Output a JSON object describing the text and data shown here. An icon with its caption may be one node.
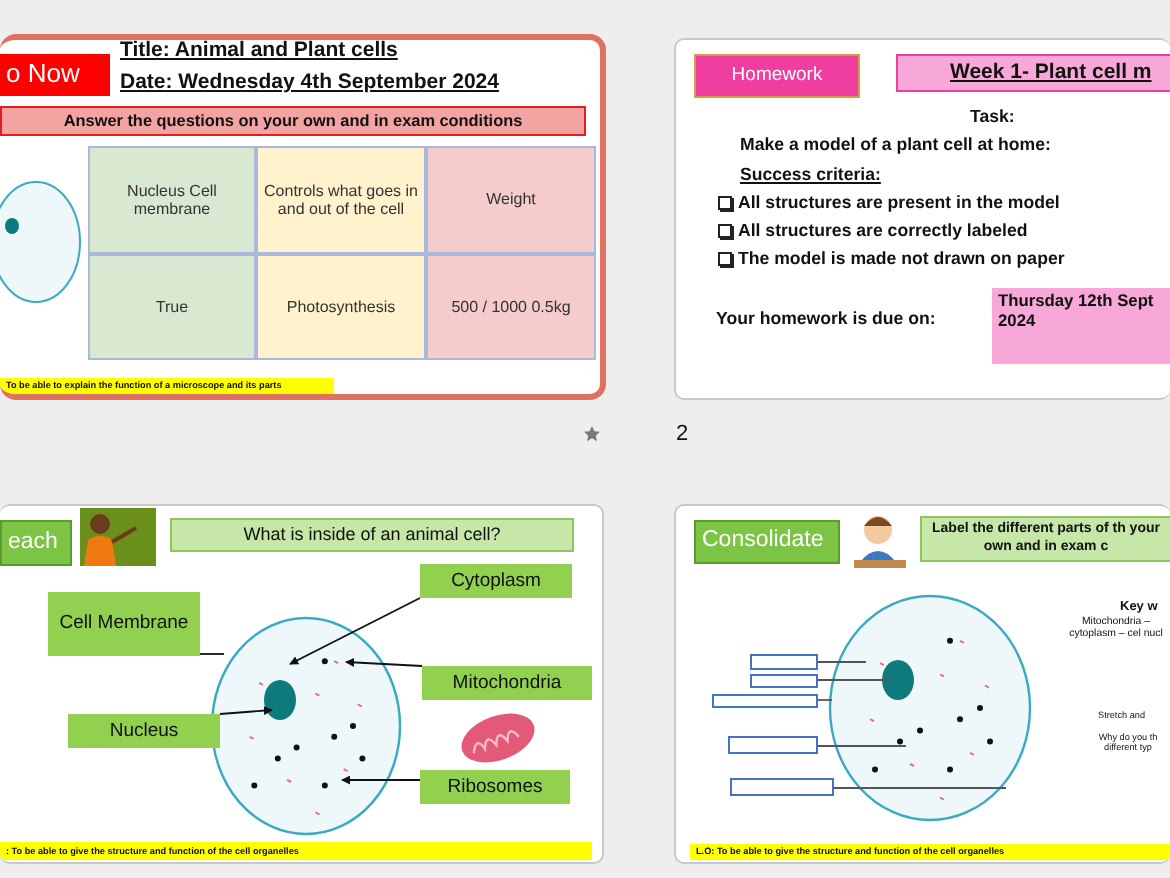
{
  "diagram": {
    "nodes": [
      {
        "text": [],
        "shape": "box"
      },
      {
        "text": [
          "o Now"
        ],
        "in": 0
      },
      {
        "text": [
          "Answer the questions on your own and in exam conditions"
        ],
        "in": 0
      },
      {
        "text": [
          "Nucleus Cell membrane"
        ],
        "in": 0
      },
      {
        "text": [
          "Controls what goes in and out of the cell"
        ],
        "in": 0
      },
      {
        "text": [
          "Weight"
        ],
        "in": 0
      },
      {
        "text": [
          "True"
        ],
        "in": 0
      },
      {
        "text": [
          "Photosynthesis"
        ],
        "in": 0
      },
      {
        "text": [
          "500 / 1000 0.5kg"
        ],
        "in": 0
      },
      {
        "text": [
          "To be able to explain the function of a microscope and its parts"
        ],
        "in": 0
      },
      {
        "text": [],
        "shape": "box"
      },
      {
        "text": [
          "Homework"
        ],
        "in": 10
      },
      {
        "text": [
          "Week 1- Plant cell m"
        ],
        "in": 10
      },
      {
        "text": [
          "Thursday 12th Sept 2024"
        ],
        "in": 10
      },
      {
        "text": [],
        "shape": "box"
      },
      {
        "text": [
          "each"
        ],
        "in": 14
      },
      {
        "text": [
          "What is inside of an animal cell?"
        ],
        "in": 14
      },
      {
        "text": [
          "Cell Membrane"
        ],
        "in": 14
      },
      {
        "text": [
          "Cytoplasm"
        ],
        "in": 14
      },
      {
        "text": [
          "Mitochondria"
        ],
        "in": 14
      },
      {
        "text": [
          "Nucleus"
        ],
        "in": 14
      },
      {
        "text": [
          "Ribosomes"
        ],
        "in": 14
      },
      {
        "text": [
          ": To be able to give the structure and function of the cell organelles"
        ],
        "in": 14
      },
      {
        "text": [],
        "shape": "box"
      },
      {
        "text": [
          "Consolidate"
        ],
        "in": 23
      },
      {
        "text": [
          "Label the different parts of th your own and in exam c"
        ],
        "in": 23
      },
      {
        "text": [],
        "shape": "box",
        "in": 23
      },
      {
        "text": [],
        "shape": "box",
        "in": 23
      },
      {
        "text": [],
        "shape": "box",
        "in": 23
      },
      {
        "text": [],
        "shape": "box",
        "in": 23
      },
      {
        "text": [],
        "shape": "box",
        "in": 23
      },
      {
        "text": [
          "L.O: To be able to give the structure and function of the cell organelles"
        ],
        "in": 23
      },
      {
        "text": [],
        "shape": "picture",
        "in": 23
      }
    ],
    "edges": [
      {
        "from": 17,
        "to": null,
        "arrow": "none"
      },
      {
        "from": 18,
        "to": null,
        "arrow": "to"
      },
      {
        "from": 19,
        "to": null,
        "arrow": "to"
      },
      {
        "from": 20,
        "to": null,
        "arrow": "to"
      },
      {
        "from": 21,
        "to": null,
        "arrow": "to"
      },
      {
        "from": 26,
        "to": 32,
        "arrow": "none"
      },
      {
        "from": 27,
        "to": 32,
        "arrow": "none"
      },
      {
        "from": 28,
        "to": 32,
        "arrow": "none"
      },
      {
        "from": 29,
        "to": 32,
        "arrow": "none"
      },
      {
        "from": 30,
        "to": 32,
        "arrow": "none"
      }
    ],
    "labels": [
      "Title: Animal and Plant cells",
      "Date: Wednesday 4th September 2024",
      "Task:",
      "Make a model of a plant cell at home:",
      "Success criteria:",
      "All structures are present in the model",
      "All structures are correctly labeled",
      "The model is made not drawn on paper",
      "Your homework is due on:",
      "2",
      "Key w",
      "Mitochondria – cytoplasm – cel nucl",
      "Stretch and",
      "Why do you th different typ"
    ]
  }
}
